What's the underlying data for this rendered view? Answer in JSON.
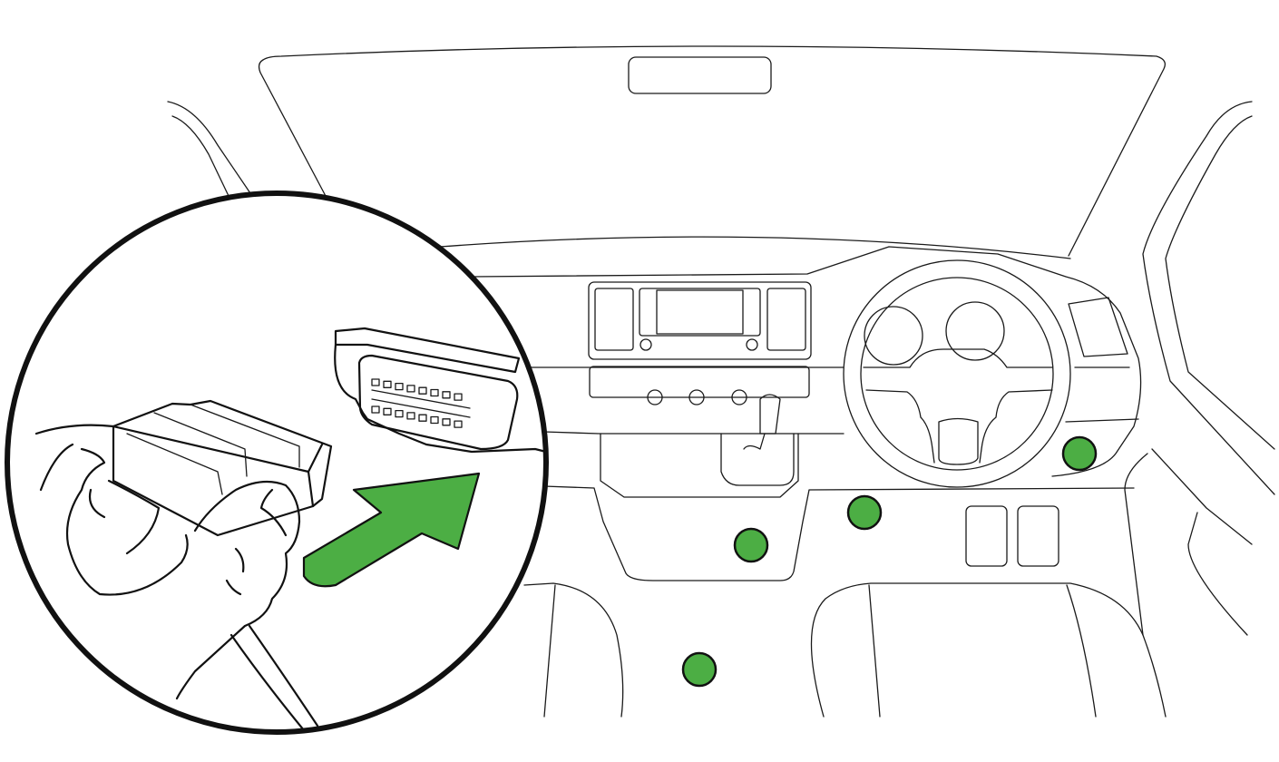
{
  "illustration": {
    "colors": {
      "accent_green": "#4cae44",
      "line": "#1a1a1a",
      "background": "#ffffff"
    },
    "location_markers": [
      {
        "name": "under-right-dash"
      },
      {
        "name": "under-steering-column"
      },
      {
        "name": "center-console-lower"
      },
      {
        "name": "between-seats"
      }
    ],
    "inset": {
      "content": "hand-plugging-obd-connector",
      "arrow_icon": "insert-arrow"
    }
  }
}
